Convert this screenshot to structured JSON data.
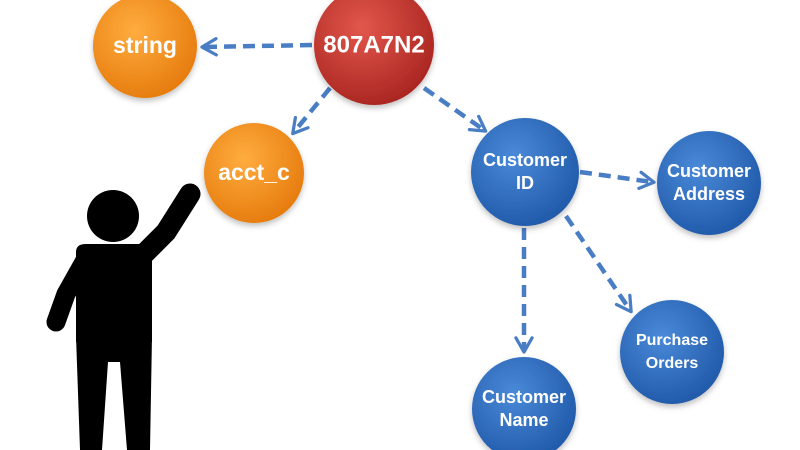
{
  "colors": {
    "node_red": "#c8352e",
    "node_orange": "#f08a1a",
    "node_blue": "#2f6fc2",
    "edge_blue": "#4a7ec4",
    "person": "#000000"
  },
  "nodes": {
    "root": {
      "label": "807A7N2",
      "color_key": "node_red"
    },
    "string": {
      "label": "string",
      "color_key": "node_orange"
    },
    "acct_c": {
      "label": "acct_c",
      "color_key": "node_orange"
    },
    "customer_id": {
      "line1": "Customer",
      "line2": "ID",
      "color_key": "node_blue"
    },
    "customer_address": {
      "line1": "Customer",
      "line2": "Address",
      "color_key": "node_blue"
    },
    "customer_name": {
      "line1": "Customer",
      "line2": "Name",
      "color_key": "node_blue"
    },
    "purchase_orders": {
      "line1": "Purchase",
      "line2": "Orders",
      "color_key": "node_blue"
    }
  },
  "edges": [
    {
      "from": "root",
      "to": "string"
    },
    {
      "from": "root",
      "to": "acct_c"
    },
    {
      "from": "root",
      "to": "customer_id"
    },
    {
      "from": "customer_id",
      "to": "customer_address"
    },
    {
      "from": "customer_id",
      "to": "customer_name"
    },
    {
      "from": "customer_id",
      "to": "purchase_orders"
    }
  ],
  "icons": {
    "person": "person-pointing-icon"
  }
}
